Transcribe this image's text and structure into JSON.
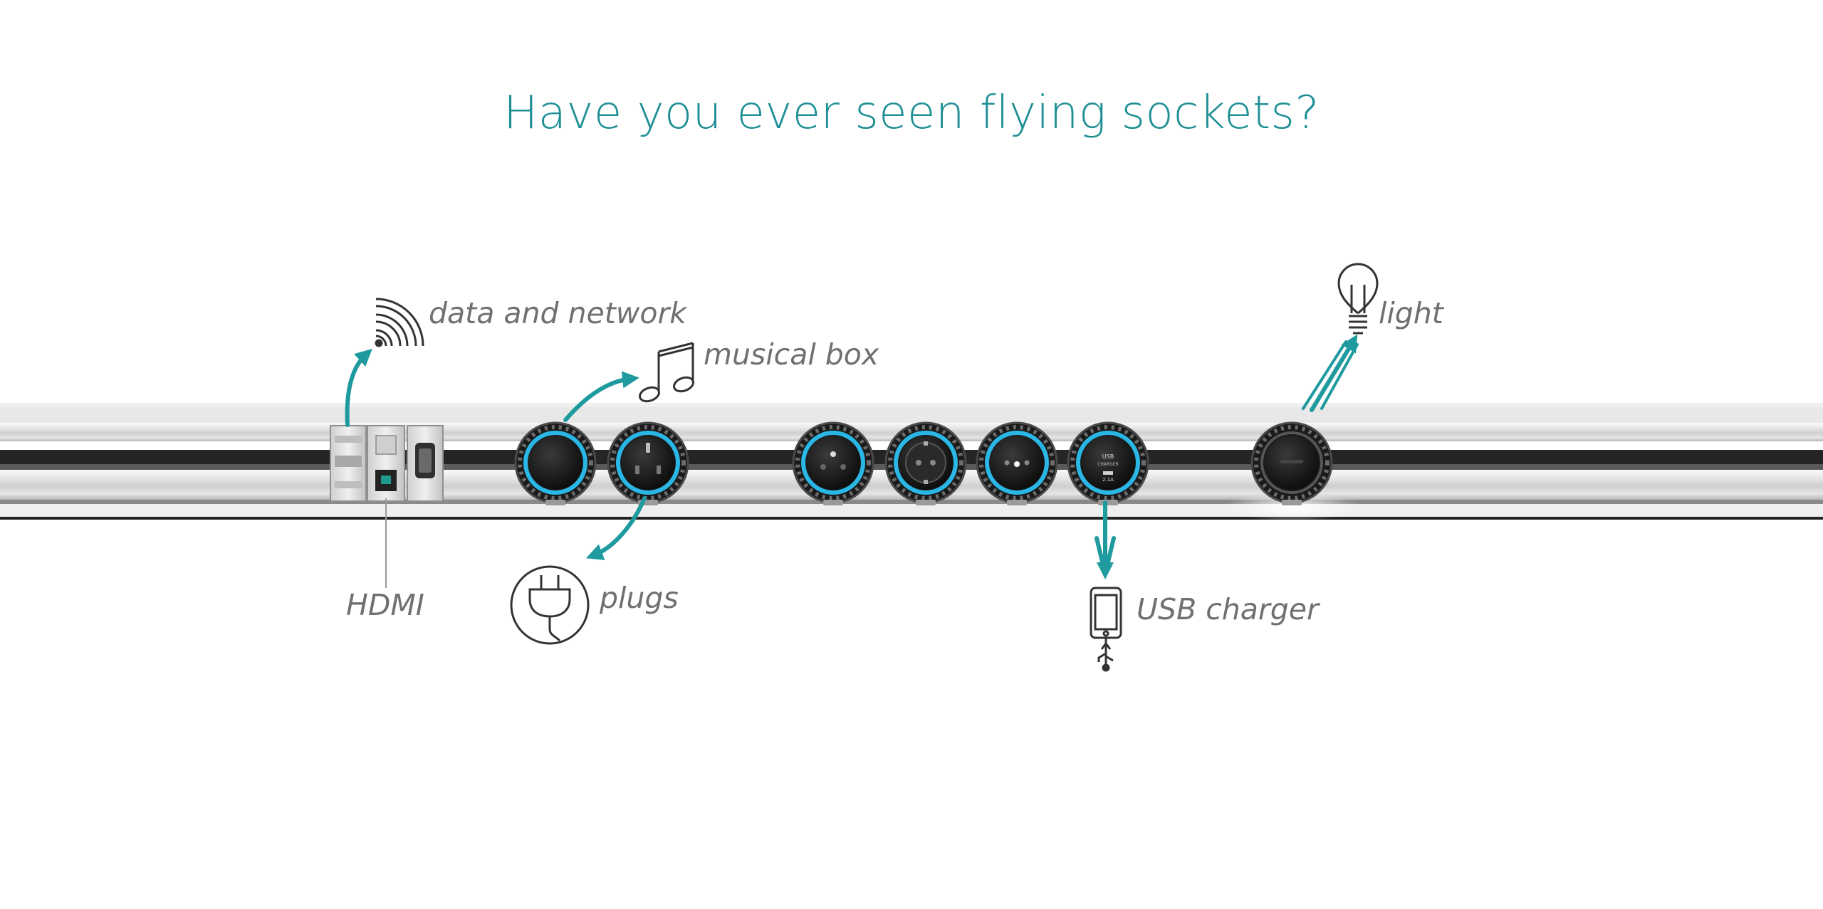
{
  "headline": "Have you ever seen flying sockets?",
  "accent_color": "#1f9a9e",
  "glow_color": "#2ab7e6",
  "labels": {
    "data_network": "data and network",
    "musical_box": "musical box",
    "light": "light",
    "hdmi": "HDMI",
    "plugs": "plugs",
    "usb_charger": "USB charger"
  },
  "icons": {
    "data_network": "wifi-signal-icon",
    "musical_box": "music-note-icon",
    "light": "light-bulb-icon",
    "plugs": "power-plug-icon",
    "usb_charger": "smartphone-usb-icon"
  },
  "usb_socket_text": {
    "top": "USB",
    "mid": "CHARGER",
    "bottom": "2.1A"
  }
}
